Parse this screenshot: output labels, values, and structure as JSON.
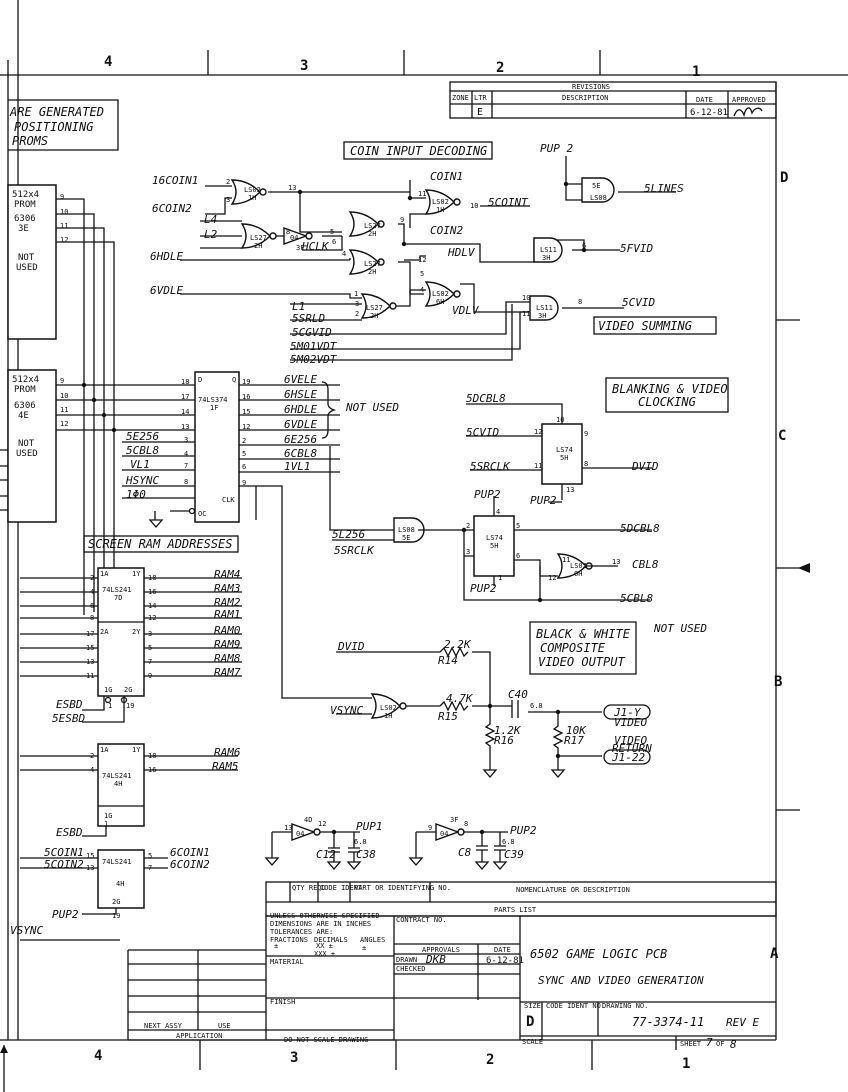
{
  "zones": {
    "top": [
      "4",
      "3",
      "2",
      "1"
    ],
    "bottom": [
      "4",
      "3",
      "2",
      "1"
    ],
    "right": [
      "D",
      "C",
      "B",
      "A"
    ]
  },
  "revisions": {
    "title": "REVISIONS",
    "headers": [
      "ZONE",
      "LTR",
      "DESCRIPTION",
      "DATE",
      "APPROVED"
    ],
    "row": {
      "ltr": "E",
      "date": "6-12-81"
    }
  },
  "notes": {
    "hardware_proms": [
      "ARE GENERATED",
      "POSITIONING",
      "PROMS"
    ],
    "coin_input": "COIN INPUT DECODING",
    "video_summing": "VIDEO SUMMING",
    "blanking": [
      "BLANKING & VIDEO",
      "CLOCKING"
    ],
    "not_used": "NOT USED",
    "not_used_2": "NOT USED",
    "screen_ram": "SCREEN RAM ADDRESSES",
    "bw_video": [
      "BLACK & WHITE",
      "COMPOSITE",
      "VIDEO OUTPUT"
    ]
  },
  "proms": {
    "p3e": {
      "lines": [
        "512x4",
        "PROM",
        "6306",
        "3E"
      ],
      "note": [
        "NOT",
        "USED"
      ],
      "pins": [
        "9",
        "10",
        "11",
        "12"
      ]
    },
    "p4e": {
      "lines": [
        "512x4",
        "PROM",
        "6306",
        "4E"
      ],
      "note": [
        "NOT",
        "USED"
      ],
      "pins": [
        "9",
        "10",
        "11",
        "12"
      ]
    }
  },
  "ic_1f": {
    "name": [
      "74LS374",
      "1F"
    ],
    "d": "D",
    "q": "Q",
    "clk": "CLK",
    "oc": "OC",
    "in_pins": [
      "18",
      "17",
      "14",
      "13",
      "3",
      "4",
      "7",
      "8"
    ],
    "out_pins": [
      "19",
      "16",
      "15",
      "12",
      "2",
      "5",
      "6",
      "9"
    ],
    "in_signals": [
      "5E256",
      "5CBL8",
      "VL1",
      "HSYNC",
      "1Φ0"
    ],
    "out_signals": [
      "6VELE",
      "6HSLE",
      "6HDLE",
      "6VDLE",
      "6E256",
      "6CBL8",
      "1VL1"
    ]
  },
  "coin": {
    "in": [
      "16COIN1",
      "6COIN2",
      "L4",
      "L2",
      "L1",
      "6HDLE",
      "6VDLE",
      "HCLK",
      "5SRLD",
      "5CGVID",
      "5M01VDT",
      "5M02VDT"
    ],
    "mid": [
      "COIN1",
      "COIN2",
      "HDLV",
      "VDLV"
    ],
    "out": [
      "5COINT",
      "5FVID",
      "5CVID",
      "5LINES"
    ],
    "pup": "PUP 2",
    "gates": {
      "g1h_a": [
        "LS02",
        "1H"
      ],
      "g1h_b": [
        "LS02",
        "1H"
      ],
      "g1h_c": [
        "LS02",
        "1H"
      ],
      "g2h_a": [
        "LS27",
        "2H"
      ],
      "g2h_b": [
        "LS27",
        "2H"
      ],
      "g2h_c": [
        "LS27",
        "2H"
      ],
      "g3f": [
        "04",
        "3F"
      ],
      "g6h": [
        "LS02",
        "6H"
      ],
      "g3h_a": [
        "LS11",
        "3H"
      ],
      "g3h_b": [
        "LS11",
        "3H"
      ],
      "g5e": [
        "5E",
        "LS08"
      ]
    },
    "pins": {
      "a": "2",
      "b": "3",
      "c": "13",
      "d": "11",
      "e": "9",
      "f": "10",
      "g": "8",
      "h": "5",
      "i": "6",
      "j": "4",
      "k": "12",
      "l": "1",
      "m": "3",
      "n": "2",
      "o": "4",
      "p": "5",
      "q": "6",
      "r": "10",
      "s": "11",
      "t": "8"
    }
  },
  "blank": {
    "in": [
      "5DCBL8",
      "5CVID",
      "5SRCLK",
      "5L256",
      "5SRCLK"
    ],
    "out": [
      "DVID",
      "5DCBL8",
      "CBL8",
      "5CBL8"
    ],
    "pup2": [
      "PUP2",
      "PUP2",
      "PUP2"
    ],
    "ff_a": [
      "LS74",
      "5H"
    ],
    "ff_b": [
      "LS74",
      "5H"
    ],
    "and_5e": [
      "LS08",
      "5E"
    ],
    "nor_6h": [
      "LS02",
      "6H"
    ],
    "pins": [
      "10",
      "12",
      "11",
      "9",
      "8",
      "13",
      "4",
      "2",
      "3",
      "5",
      "6",
      "1",
      "11",
      "12",
      "13"
    ]
  },
  "video": {
    "dvid": "DVID",
    "vsync": "VSYNC",
    "r14": [
      "2.2K",
      "R14"
    ],
    "r15": [
      "4.7K",
      "R15"
    ],
    "r16": [
      "1.2K",
      "R16"
    ],
    "r17": [
      "10K",
      "R17"
    ],
    "c40": [
      "C40",
      "6.8"
    ],
    "gate": [
      "LS02",
      "1H"
    ],
    "j1y": "J1-Y",
    "video": "VIDEO",
    "video_return": [
      "VIDEO",
      "RETURN"
    ],
    "j122": "J1-22"
  },
  "ic_7d": {
    "name": [
      "74LS241",
      "7D"
    ],
    "left_pins": [
      "2",
      "4",
      "6",
      "8",
      "17",
      "15",
      "13",
      "11"
    ],
    "right_pins": [
      "18",
      "16",
      "14",
      "12",
      "3",
      "5",
      "7",
      "9"
    ],
    "outs": [
      "RAM4",
      "RAM3",
      "RAM2",
      "RAM1",
      "RAM0",
      "RAM9",
      "RAM8",
      "RAM7"
    ],
    "enables": [
      "1G",
      "2G"
    ],
    "en_pins": [
      "1",
      "19"
    ],
    "groups": [
      "1A",
      "1Y",
      "2A",
      "2Y"
    ],
    "en_signals": [
      "ESBD",
      "5ESBD"
    ]
  },
  "ic_4h": {
    "name": [
      "74LS241",
      "4H"
    ],
    "left_pins": [
      "2",
      "4"
    ],
    "right_pins": [
      "18",
      "16"
    ],
    "outs": [
      "RAM6",
      "RAM5"
    ],
    "enable": [
      "1G",
      "1"
    ],
    "en_signal": "ESBD",
    "groups": [
      "1A",
      "1Y"
    ]
  },
  "ic_4h2": {
    "name": [
      "74LS241",
      "4H"
    ],
    "left_pins": [
      "15",
      "13"
    ],
    "right_pins": [
      "5",
      "7"
    ],
    "ins": [
      "5COIN1",
      "5COIN2"
    ],
    "outs": [
      "6COIN1",
      "6COIN2"
    ],
    "enable": [
      "2G",
      "19"
    ],
    "en_signal": "PUP2"
  },
  "vsync_left": "VSYNC",
  "pullups": {
    "a": {
      "gate": [
        "4D",
        "04"
      ],
      "pins": [
        "13",
        "12"
      ],
      "cap": [
        "C12",
        "6.8",
        "C38"
      ],
      "pup": "PUP1"
    },
    "b": {
      "gate": [
        "3F",
        "04"
      ],
      "pins": [
        "9",
        "8"
      ],
      "cap": [
        "C8",
        "6.8",
        "C39"
      ],
      "pup": "PUP2"
    }
  },
  "title_block": {
    "parts_headers": [
      "QTY REQD",
      "CODE IDENT",
      "PART OR IDENTIFYING NO.",
      "NOMENCLATURE OR DESCRIPTION"
    ],
    "parts_list": "PARTS LIST",
    "tolerances": [
      "UNLESS OTHERWISE SPECIFIED",
      "DIMENSIONS ARE IN INCHES",
      "TOLERANCES ARE:",
      "FRACTIONS",
      "DECIMALS",
      "ANGLES",
      "±",
      "XX ±",
      "XXX ±",
      "±"
    ],
    "contract": "CONTRACT NO.",
    "approvals": "APPROVALS",
    "date_h": "DATE",
    "drawn": "DRAWN",
    "drawn_by": "DKB",
    "drawn_date": "6-12-81",
    "checked": "CHECKED",
    "material": "MATERIAL",
    "finish": "FINISH",
    "next_assy": "NEXT ASSY",
    "use": "USE",
    "application": "APPLICATION",
    "do_not_scale": "DO NOT SCALE DRAWING",
    "title1": "6502 GAME LOGIC PCB",
    "title2": "SYNC AND VIDEO GENERATION",
    "size_h": "SIZE",
    "size": "D",
    "code_ident": "CODE IDENT NO.",
    "drawing_no_h": "DRAWING NO.",
    "drawing_no": "77-3374-11",
    "rev": "REV E",
    "scale": "SCALE",
    "sheet": "SHEET",
    "sheet_num": "7",
    "of": "OF",
    "total": "8"
  }
}
